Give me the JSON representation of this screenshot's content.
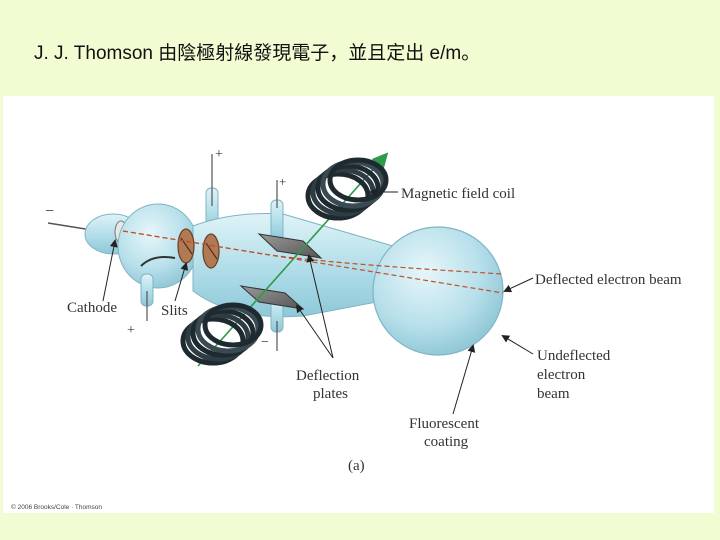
{
  "slide": {
    "title": "J. J. Thomson 由陰極射線發現電子，並且定出 e/m。"
  },
  "figure": {
    "labels": {
      "magnetic_field_coil": "Magnetic field coil",
      "deflected_beam": "Deflected electron beam",
      "undeflected_line1": "Undeflected",
      "undeflected_line2": "electron",
      "undeflected_line3": "beam",
      "cathode": "Cathode",
      "slits": "Slits",
      "deflection_line1": "Deflection",
      "deflection_line2": "plates",
      "fluorescent_line1": "Fluorescent",
      "fluorescent_line2": "coating",
      "panel_letter": "(a)"
    },
    "polarity": {
      "minus_left": "−",
      "plus_anode": "+",
      "plus_top_plate": "+",
      "plus_cathode": "+",
      "minus_bottom_plate": "−"
    },
    "copyright": "© 2006 Brooks/Cole · Thomson"
  },
  "colors": {
    "background": "#f2fcd2",
    "glass": "#bfe4ee",
    "beam": "#c0502a",
    "field_line": "#2f9a4a"
  }
}
